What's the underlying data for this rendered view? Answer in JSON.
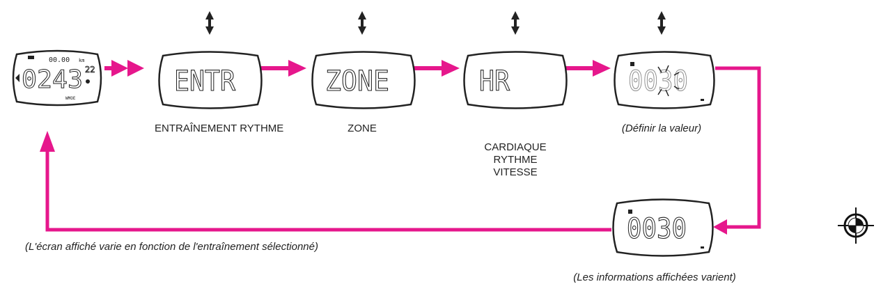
{
  "colors": {
    "accent": "#e6178c",
    "stroke": "#222222",
    "text": "#222222"
  },
  "icons": [
    "up-down-arrow-icon",
    "crosshair-registration-icon"
  ],
  "screens": {
    "start": {
      "top_digits": "00.00",
      "top_unit": "km",
      "main_digits": "0243",
      "small_digits": "22",
      "bottom_label": "WMOE"
    },
    "entr": {
      "display": "ENTR"
    },
    "zone": {
      "display": "ZONE"
    },
    "hr": {
      "display": "HR"
    },
    "value": {
      "display": "0030"
    },
    "info": {
      "display": "0030"
    }
  },
  "captions": {
    "entrainement": "ENTRAÎNEMENT RYTHME",
    "zone": "ZONE",
    "cardiaque": "CARDIAQUE",
    "rythme": "RYTHME",
    "vitesse": "VITESSE",
    "definir": "(Définir la valeur)",
    "ecran_varie": "(L'écran affiché varie en fonction de l'entraînement sélectionné)",
    "infos_varient": "(Les informations affichées varient)"
  }
}
